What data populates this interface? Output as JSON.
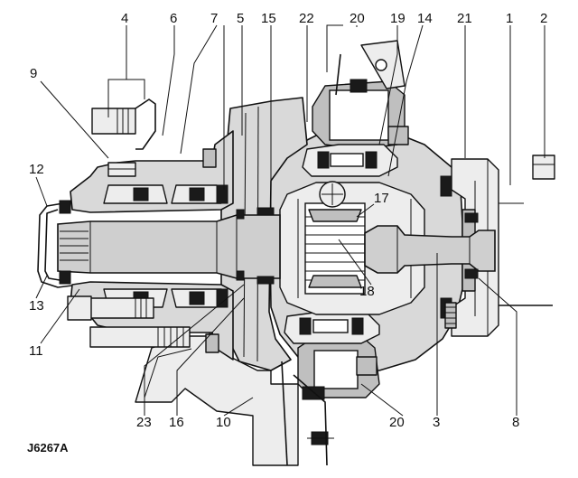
{
  "figure": {
    "code": "J6267A",
    "callouts": [
      {
        "id": "c1",
        "text": "1"
      },
      {
        "id": "c2",
        "text": "2"
      },
      {
        "id": "c3",
        "text": "3"
      },
      {
        "id": "c4",
        "text": "4"
      },
      {
        "id": "c5",
        "text": "5"
      },
      {
        "id": "c6",
        "text": "6"
      },
      {
        "id": "c7",
        "text": "7"
      },
      {
        "id": "c8",
        "text": "8"
      },
      {
        "id": "c9",
        "text": "9"
      },
      {
        "id": "c10",
        "text": "10"
      },
      {
        "id": "c11",
        "text": "11"
      },
      {
        "id": "c12",
        "text": "12"
      },
      {
        "id": "c13",
        "text": "13"
      },
      {
        "id": "c14",
        "text": "14"
      },
      {
        "id": "c15",
        "text": "15"
      },
      {
        "id": "c16",
        "text": "16"
      },
      {
        "id": "c17",
        "text": "17"
      },
      {
        "id": "c18",
        "text": "18"
      },
      {
        "id": "c19",
        "text": "19"
      },
      {
        "id": "c20a",
        "text": "20"
      },
      {
        "id": "c20b",
        "text": "20"
      },
      {
        "id": "c21",
        "text": "21"
      },
      {
        "id": "c22",
        "text": "22"
      },
      {
        "id": "c23",
        "text": "23"
      }
    ]
  }
}
